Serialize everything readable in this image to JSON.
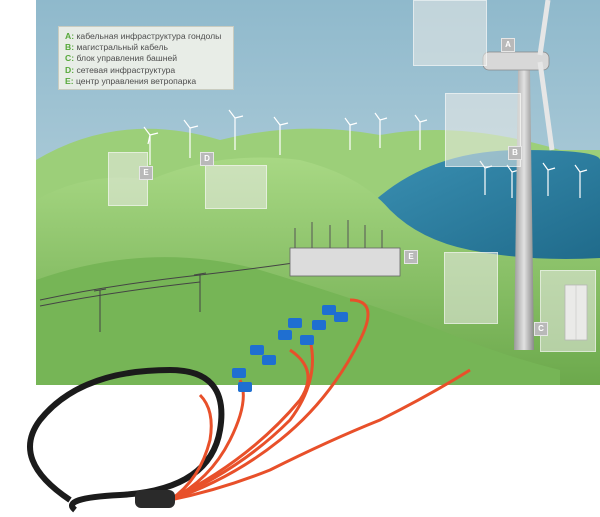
{
  "legend": {
    "items": [
      {
        "key": "A:",
        "text": "кабельная инфраструктура гондолы"
      },
      {
        "key": "B:",
        "text": "магистральный кабель"
      },
      {
        "key": "C:",
        "text": "блок управления башней"
      },
      {
        "key": "D:",
        "text": "сетевая инфраструктура"
      },
      {
        "key": "E:",
        "text": "центр управления ветропарка"
      }
    ]
  },
  "markers": {
    "a": "A",
    "b": "B",
    "c": "C",
    "d": "D",
    "e1": "E",
    "e2": "E"
  },
  "colors": {
    "sky": "#9fc3d4",
    "hills": "#8cc46a",
    "lake": "#2e7fa0",
    "legend_key": "#56a83a",
    "fiber": "#e8502a",
    "connector": "#1f6fd1"
  },
  "icons": [
    "wind-turbine-icon",
    "power-line-icon",
    "fiber-cable-icon",
    "control-cabinet-icon",
    "substation-icon"
  ]
}
